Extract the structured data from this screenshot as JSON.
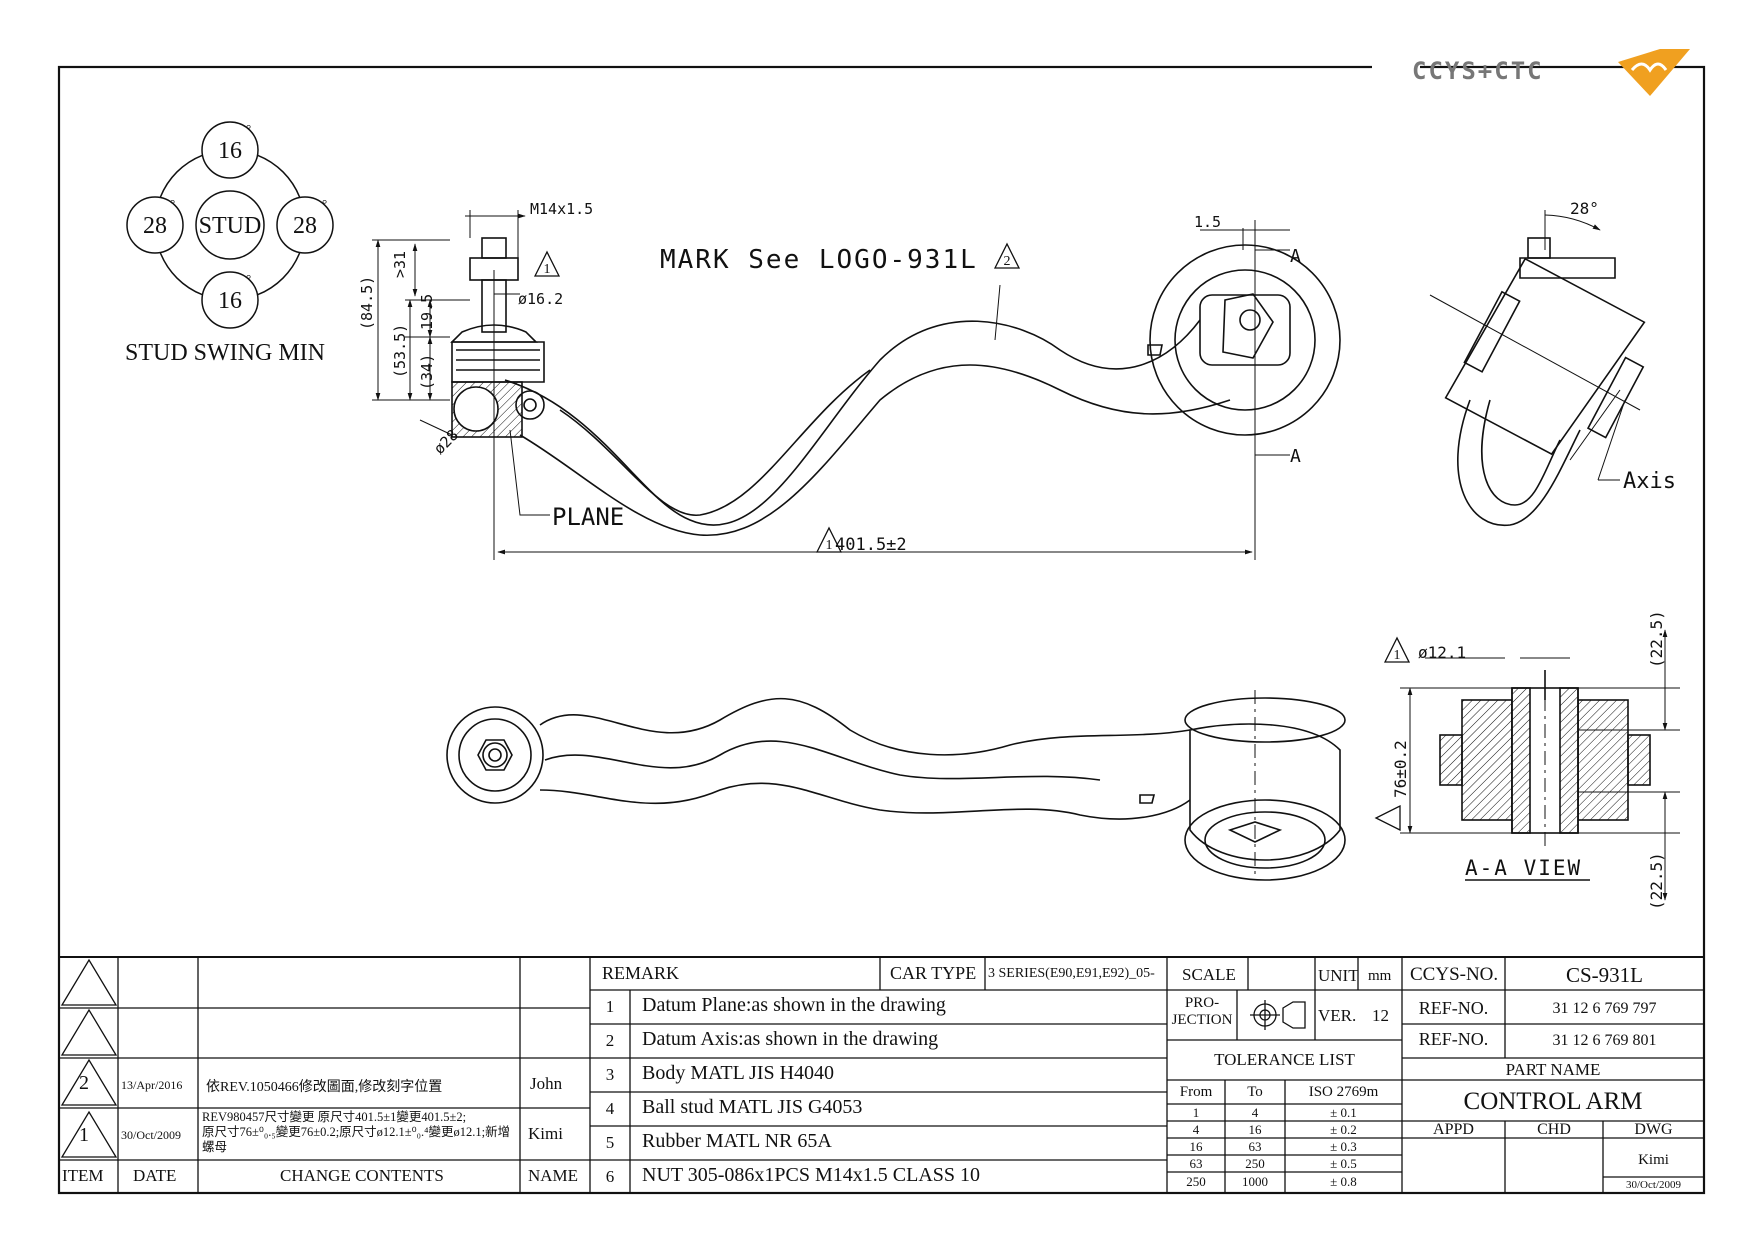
{
  "logo": {
    "text": "CCYS+CTC"
  },
  "stud_swing": {
    "title": "STUD SWING MIN",
    "center": "STUD",
    "top": "16",
    "bottom": "16",
    "left": "28",
    "right": "28",
    "degree": "°"
  },
  "dims": {
    "thread": "M14x1.5",
    "dia_16": "ø16.2",
    "d_84": "(84.5)",
    "d_53": "(53.5)",
    "d_34": "(34)",
    "d_31": ">31",
    "d_19": "19.5",
    "dia_28": "ø28",
    "mark": "MARK See LOGO-931L",
    "plane": "PLANE",
    "length": "401.5±2",
    "offset": "1.5",
    "section": "A",
    "angle": "28°",
    "axis": "Axis",
    "dia_12": "ø12.1",
    "d_22a": "(22.5)",
    "d_22b": "(22.5)",
    "d_76": "76±0.2",
    "view": "A-A VIEW",
    "rev1": "1",
    "rev2": "2"
  },
  "revisions": [
    {
      "mark": "",
      "date": "",
      "content": "",
      "name": ""
    },
    {
      "mark": "",
      "date": "",
      "content": "",
      "name": ""
    },
    {
      "mark": "2",
      "date": "13/Apr/2016",
      "content": "依REV.1050466修改圖面,修改刻字位置",
      "name": "John"
    },
    {
      "mark": "1",
      "date": "30/Oct/2009",
      "content": "REV980457尺寸變更 原尺寸401.5±1變更401.5±2;\n原尺寸76±⁰₀.₅變更76±0.2;原尺寸ø12.1±⁰₀.⁴變更ø12.1;新增\n螺母",
      "name": "Kimi"
    }
  ],
  "rev_headers": {
    "item": "ITEM",
    "date": "DATE",
    "content": "CHANGE CONTENTS",
    "name": "NAME"
  },
  "remarks": {
    "header": "REMARK",
    "car_type_label": "CAR TYPE",
    "car_type_value": "3 SERIES(E90,E91,E92)_05-",
    "items": [
      {
        "no": "1",
        "text": "Datum Plane:as shown in the drawing"
      },
      {
        "no": "2",
        "text": "Datum Axis:as shown in the drawing"
      },
      {
        "no": "3",
        "text": "Body MATL JIS H4040"
      },
      {
        "no": "4",
        "text": "Ball stud MATL JIS G4053"
      },
      {
        "no": "5",
        "text": "Rubber MATL NR 65A"
      },
      {
        "no": "6",
        "text": "NUT 305-086x1PCS M14x1.5 CLASS 10"
      }
    ]
  },
  "spec": {
    "scale_label": "SCALE",
    "unit_label": "UNIT",
    "unit_value": "mm",
    "projection_label_1": "PRO-",
    "projection_label_2": "JECTION",
    "ver_label": "VER.",
    "ver_value": "12",
    "tolerance_title": "TOLERANCE LIST",
    "tol_headers": [
      "From",
      "To",
      "ISO 2769m"
    ],
    "tolerances": [
      [
        "1",
        "4",
        "± 0.1"
      ],
      [
        "4",
        "16",
        "± 0.2"
      ],
      [
        "16",
        "63",
        "± 0.3"
      ],
      [
        "63",
        "250",
        "± 0.5"
      ],
      [
        "250",
        "1000",
        "± 0.8"
      ]
    ]
  },
  "title_block": {
    "ccys_label": "CCYS-NO.",
    "ccys_value": "CS-931L",
    "ref1_label": "REF-NO.",
    "ref1_value": "31 12 6 769 797",
    "ref2_label": "REF-NO.",
    "ref2_value": "31 12 6 769 801",
    "part_name_label": "PART NAME",
    "part_name": "CONTROL ARM",
    "appd": "APPD",
    "chd": "CHD",
    "dwg": "DWG",
    "dwg_name": "Kimi",
    "dwg_date": "30/Oct/2009"
  }
}
